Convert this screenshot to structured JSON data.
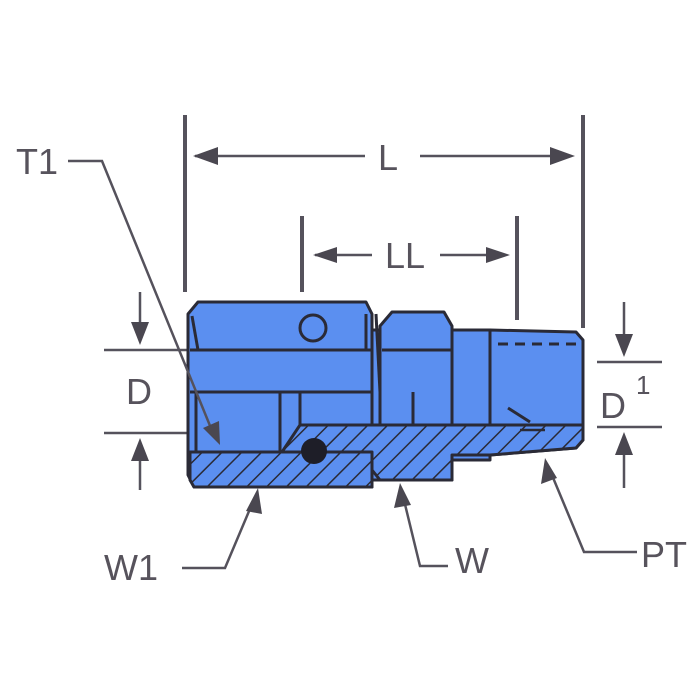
{
  "diagram": {
    "title": "Female to male pipe thread fitting dimensional drawing",
    "colors": {
      "body_fill": "#5b8ff0",
      "outline": "#2a2a36",
      "dimension_line": "#55525c",
      "label_text": "#57535c",
      "background": "#ffffff"
    },
    "labels": {
      "T1": "T1",
      "L": "L",
      "LL": "LL",
      "D": "D",
      "D1_base": "D",
      "D1_sup": "1",
      "W1": "W1",
      "W": "W",
      "PT": "PT"
    },
    "callouts": [
      {
        "id": "T1",
        "meaning": "female thread leader"
      },
      {
        "id": "L",
        "meaning": "overall length"
      },
      {
        "id": "LL",
        "meaning": "length from hex to thread start"
      },
      {
        "id": "D",
        "meaning": "female bore diameter"
      },
      {
        "id": "D1",
        "meaning": "male bore diameter"
      },
      {
        "id": "W1",
        "meaning": "female hex wrench flat"
      },
      {
        "id": "W",
        "meaning": "male hex wrench flat"
      },
      {
        "id": "PT",
        "meaning": "pipe taper thread"
      }
    ]
  }
}
